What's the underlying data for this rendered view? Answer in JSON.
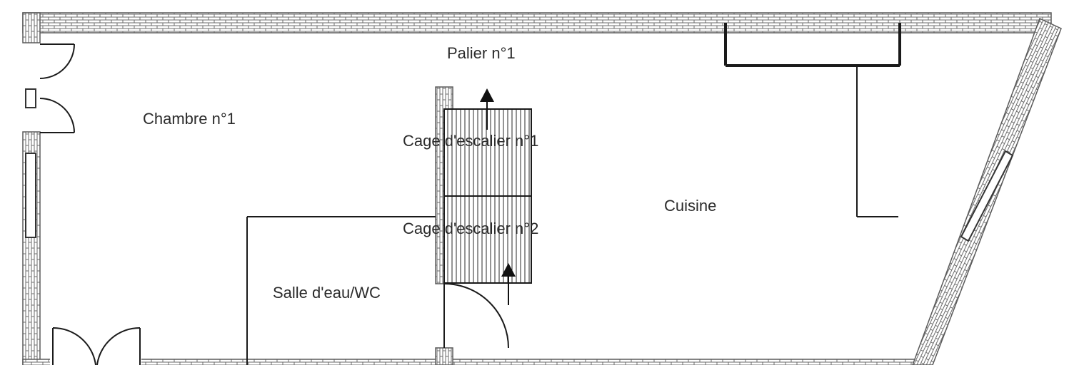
{
  "rooms": {
    "landing": "Palier n°1",
    "bedroom": "Chambre n°1",
    "stairwell_1": "Cage d'escalier n°1",
    "stairwell_2": "Cage d'escalier n°2",
    "kitchen": "Cuisine",
    "bathroom": "Salle d'eau/WC"
  },
  "colors": {
    "wall_fill": "#ffffff",
    "wall_stroke": "#5a5a5a",
    "line": "#1a1a1a",
    "text": "#2b2b2b"
  }
}
